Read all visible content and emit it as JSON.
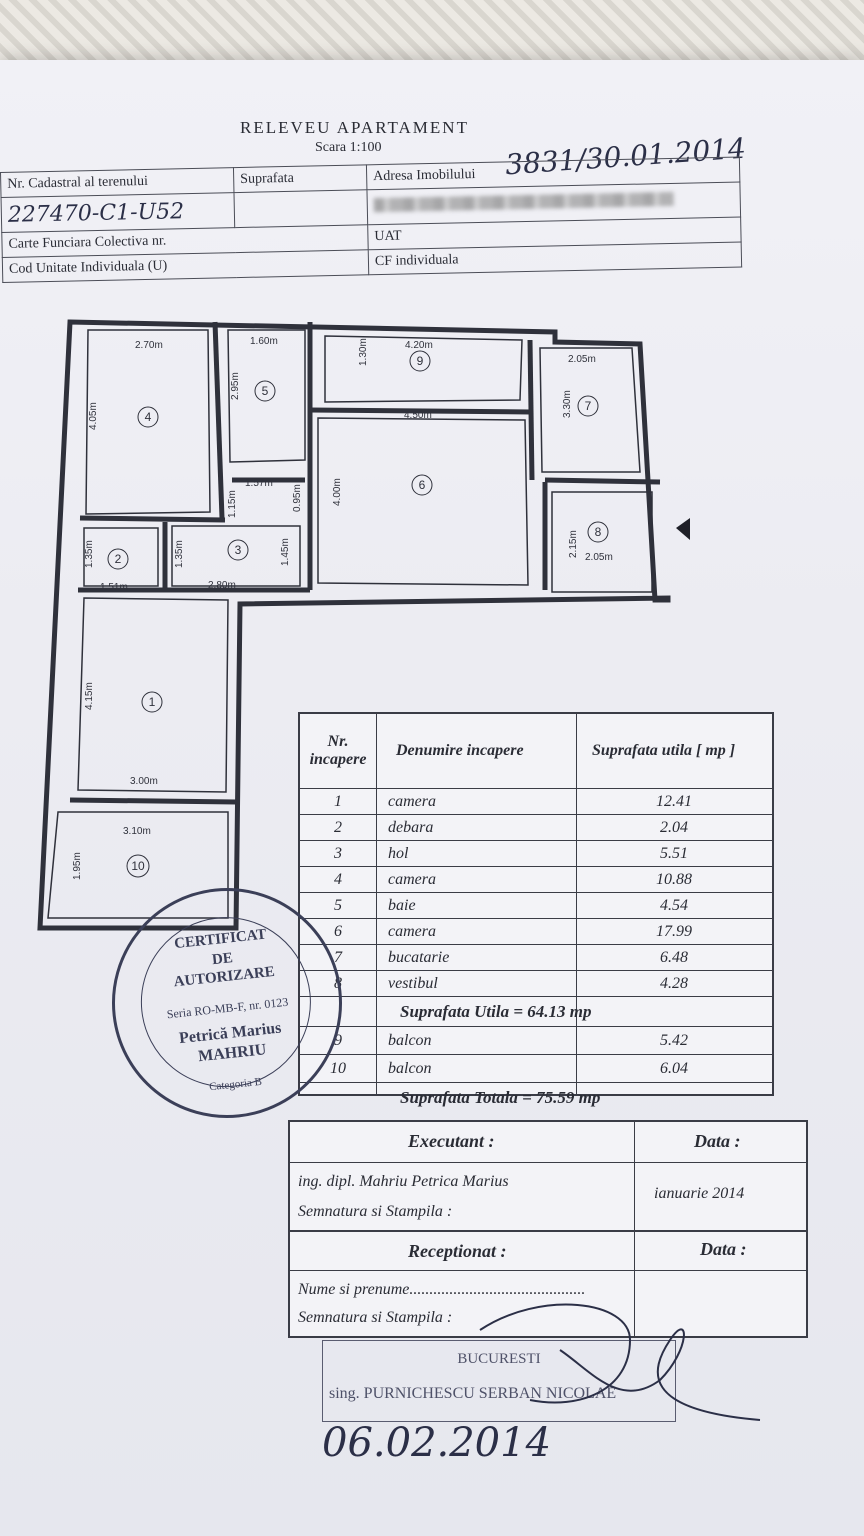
{
  "document": {
    "title": "RELEVEU APARTAMENT",
    "scale": "Scara 1:100",
    "registration_handwritten": "3831/30.01.2014",
    "header": {
      "cadastral_label": "Nr. Cadastral al terenului",
      "surface_label": "Suprafata",
      "address_label": "Adresa Imobilului",
      "cadastral_value": "227470-C1-U52",
      "carte_funciara_label": "Carte Funciara Colectiva nr.",
      "cod_unitate_label": "Cod Unitate Individuala (U)",
      "uat_label": "UAT",
      "cf_individuala_label": "CF individuala"
    }
  },
  "floorplan": {
    "dimensions": [
      "2.70m",
      "1.60m",
      "4.20m",
      "2.05m",
      "4.05m",
      "2.95m",
      "1.30m",
      "4.50m",
      "3.30m",
      "1.57m",
      "0.95m",
      "4.00m",
      "1.15m",
      "1.35m",
      "1.35m",
      "1.45m",
      "2.15m",
      "2.05m",
      "1.51m",
      "2.80m",
      "4.15m",
      "3.00m",
      "3.10m",
      "1.95m"
    ],
    "room_numbers": [
      "1",
      "2",
      "3",
      "4",
      "5",
      "6",
      "7",
      "8",
      "9",
      "10"
    ]
  },
  "rooms_table": {
    "header_nr": "Nr. incapere",
    "header_name": "Denumire incapere",
    "header_area": "Suprafata utila [ mp ]",
    "rooms": [
      {
        "nr": "1",
        "name": "camera",
        "area": "12.41"
      },
      {
        "nr": "2",
        "name": "debara",
        "area": "2.04"
      },
      {
        "nr": "3",
        "name": "hol",
        "area": "5.51"
      },
      {
        "nr": "4",
        "name": "camera",
        "area": "10.88"
      },
      {
        "nr": "5",
        "name": "baie",
        "area": "4.54"
      },
      {
        "nr": "6",
        "name": "camera",
        "area": "17.99"
      },
      {
        "nr": "7",
        "name": "bucatarie",
        "area": "6.48"
      },
      {
        "nr": "8",
        "name": "vestibul",
        "area": "4.28"
      }
    ],
    "useful_total": "Suprafata Utila = 64.13 mp",
    "balconies": [
      {
        "nr": "9",
        "name": "balcon",
        "area": "5.42"
      },
      {
        "nr": "10",
        "name": "balcon",
        "area": "6.04"
      }
    ],
    "grand_total": "Suprafata Totala = 75.59 mp"
  },
  "executant": {
    "label": "Executant :",
    "date_label": "Data :",
    "name": "ing. dipl. Mahriu Petrica Marius",
    "signature_label": "Semnatura si Stampila :",
    "date": "ianuarie 2014"
  },
  "receptionat": {
    "label": "Receptionat :",
    "date_label": "Data :",
    "name_line": "Nume si prenume............................................",
    "signature_label": "Semnatura si Stampila :"
  },
  "stamp": {
    "line1": "CERTIFICAT",
    "line2": "DE",
    "line3": "AUTORIZARE",
    "serie": "Seria RO-MB-F, nr. 0123",
    "name1": "Petrică Marius",
    "name2": "MAHRIU",
    "category": "Categoria B"
  },
  "bottom_stamp": {
    "line1": "BUCURESTI",
    "line2": "sing. PURNICHESCU SERBAN NICOLAE"
  },
  "handwritten_date": "06.02.2014"
}
